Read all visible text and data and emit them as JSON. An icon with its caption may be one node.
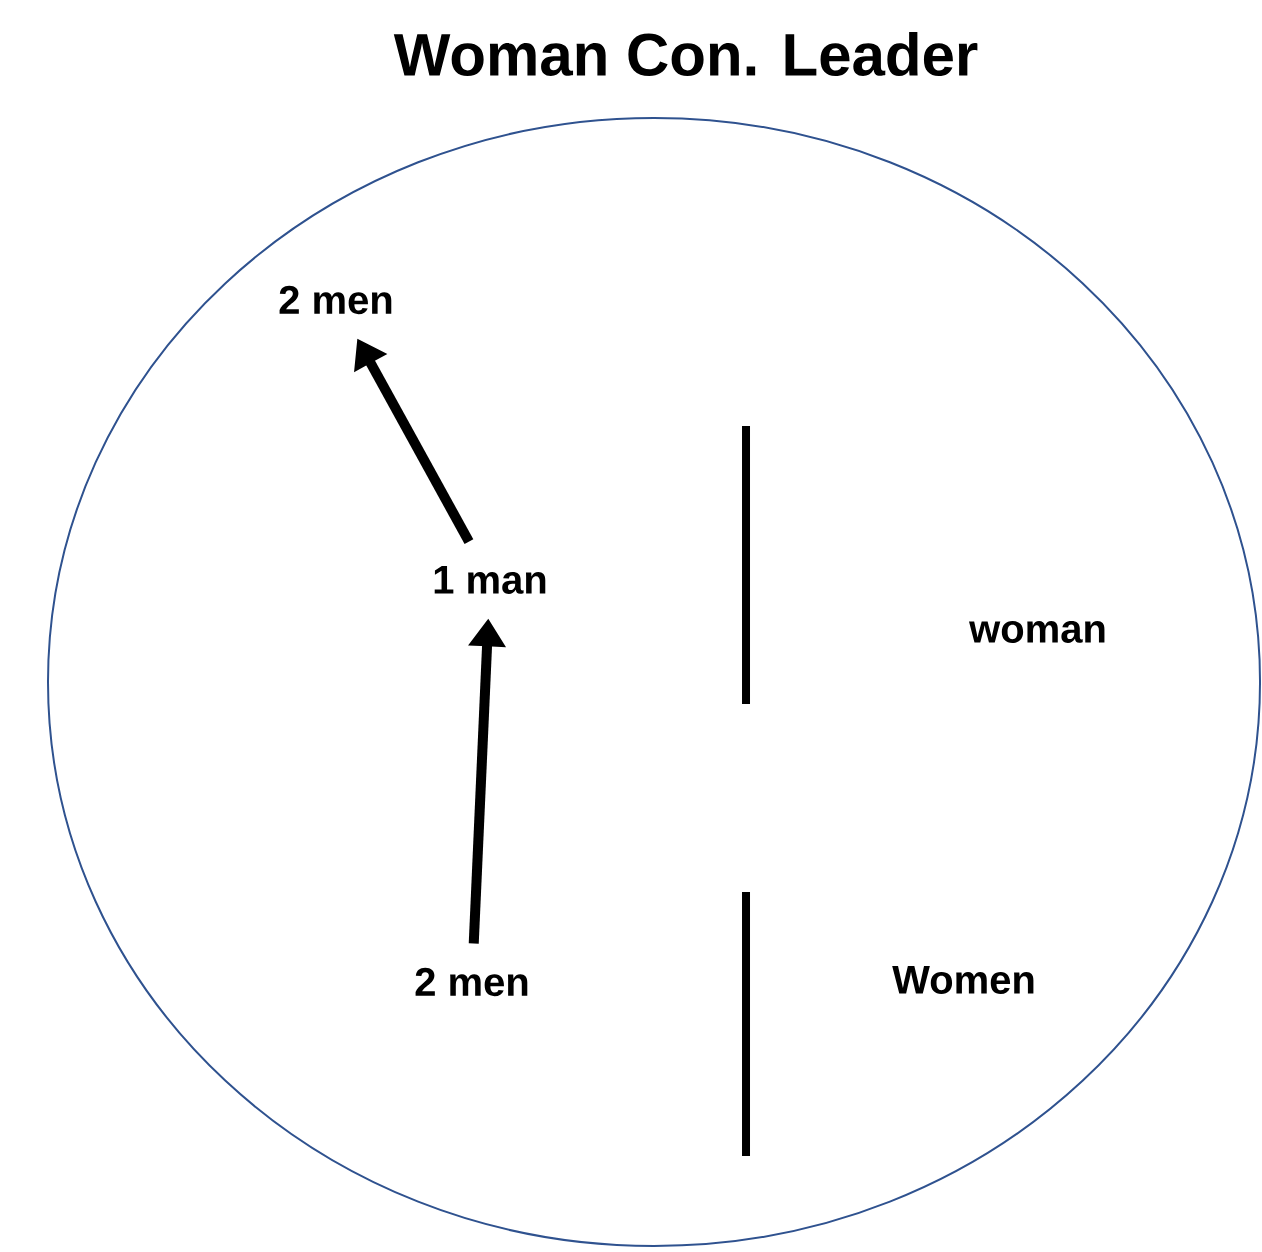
{
  "diagram": {
    "title": "Woman Con. Leader",
    "nodes": [
      {
        "text": [],
        "shape": "circle"
      },
      {
        "text": [
          "2 men"
        ],
        "in": 0
      },
      {
        "text": [
          "1 man"
        ],
        "in": 0
      },
      {
        "text": [
          "woman"
        ],
        "in": 0
      },
      {
        "text": [
          "2 men"
        ],
        "in": 0
      },
      {
        "text": [
          "Women"
        ],
        "in": 0
      }
    ],
    "edges": [
      {
        "from": 4,
        "to": 2,
        "arrow": "to"
      },
      {
        "from": 2,
        "to": 1,
        "arrow": "to"
      }
    ]
  }
}
